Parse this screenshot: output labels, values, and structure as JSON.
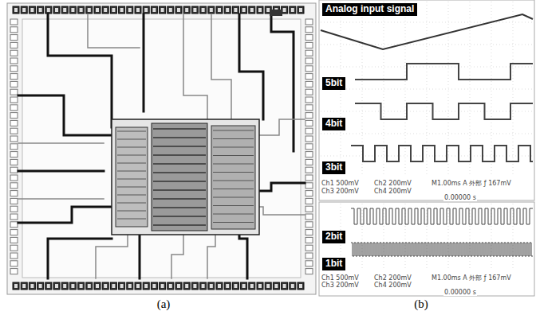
{
  "diagram": {
    "labels": [
      "(a)",
      "(b)",
      "Analog input signal",
      "5bit",
      "4bit",
      "3bit",
      "2bit",
      "1bit",
      "Ch1 500mV",
      "Ch2 200mV",
      "M1.00ms A 外部 ƒ 167mV",
      "Ch3 200mV",
      "Ch4 200mV",
      "0.00000 s",
      "Ch1 500mV",
      "Ch2 200mV",
      "M1.00ms A 外部 ƒ 167mV",
      "Ch3 200mV",
      "Ch4 200mV",
      "0.00000 s"
    ]
  }
}
